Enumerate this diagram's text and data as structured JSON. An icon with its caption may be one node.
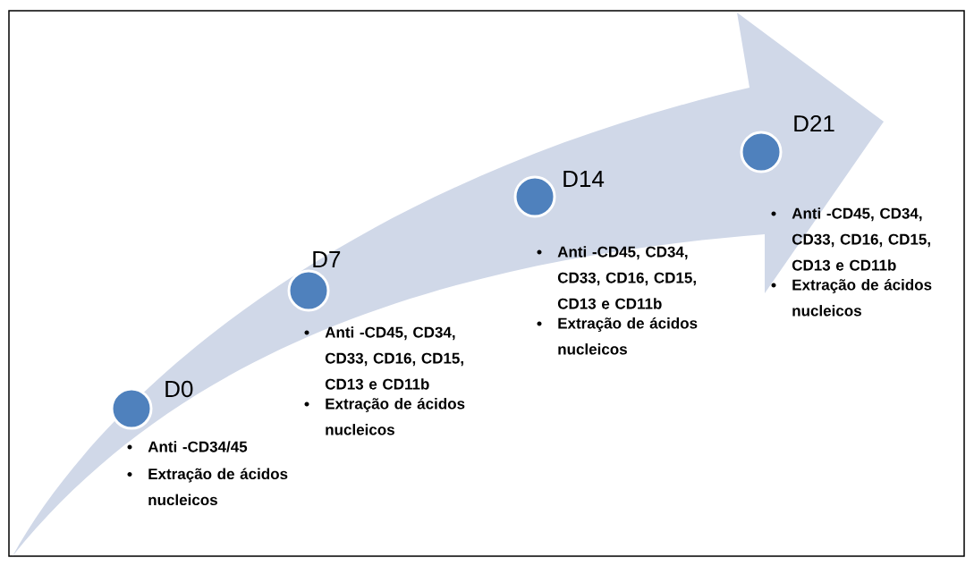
{
  "diagram": {
    "nodes": [
      {
        "text": [
          "D0"
        ],
        "beside": [
          "Anti -CD34/45",
          "Extração de ácidos nucleicos"
        ]
      },
      {
        "text": [
          "D7"
        ],
        "beside": [
          "Anti -CD45, CD34, CD33, CD16, CD15, CD13 e CD11b",
          "Extração de ácidos nucleicos"
        ]
      },
      {
        "text": [
          "D14"
        ],
        "beside": [
          "Anti -CD45, CD34, CD33, CD16, CD15, CD13 e CD11b",
          "Extração de ácidos nucleicos"
        ]
      },
      {
        "text": [
          "D21"
        ],
        "beside": [
          "Anti -CD45, CD34, CD33, CD16, CD15, CD13 e CD11b",
          "Extração de ácidos nucleicos"
        ]
      }
    ]
  }
}
